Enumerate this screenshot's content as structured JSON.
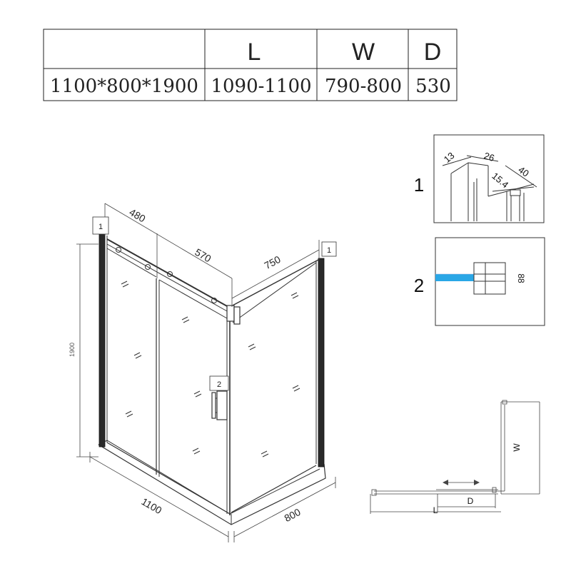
{
  "spec_table": {
    "headers": [
      "",
      "L",
      "W",
      "D"
    ],
    "row": [
      "1100*800*1900",
      "1090-1100",
      "790-800",
      "530"
    ]
  },
  "main_drawing": {
    "dim_480": "480",
    "dim_570": "570",
    "dim_750": "750",
    "dim_1900": "1900",
    "dim_1100": "1100",
    "dim_800": "800",
    "callout_1_left": "1",
    "callout_1_right": "1",
    "callout_2": "2"
  },
  "detail_1": {
    "label": "1",
    "dim_13": "13",
    "dim_26": "26",
    "dim_15_4": "15.4",
    "dim_40": "40"
  },
  "detail_2": {
    "label": "2",
    "hole_mark": "88"
  },
  "plan_view": {
    "label_w": "W",
    "label_d": "D",
    "label_l": "L"
  },
  "colors": {
    "line": "#222222",
    "glass_highlight": "#2aa7e6"
  }
}
